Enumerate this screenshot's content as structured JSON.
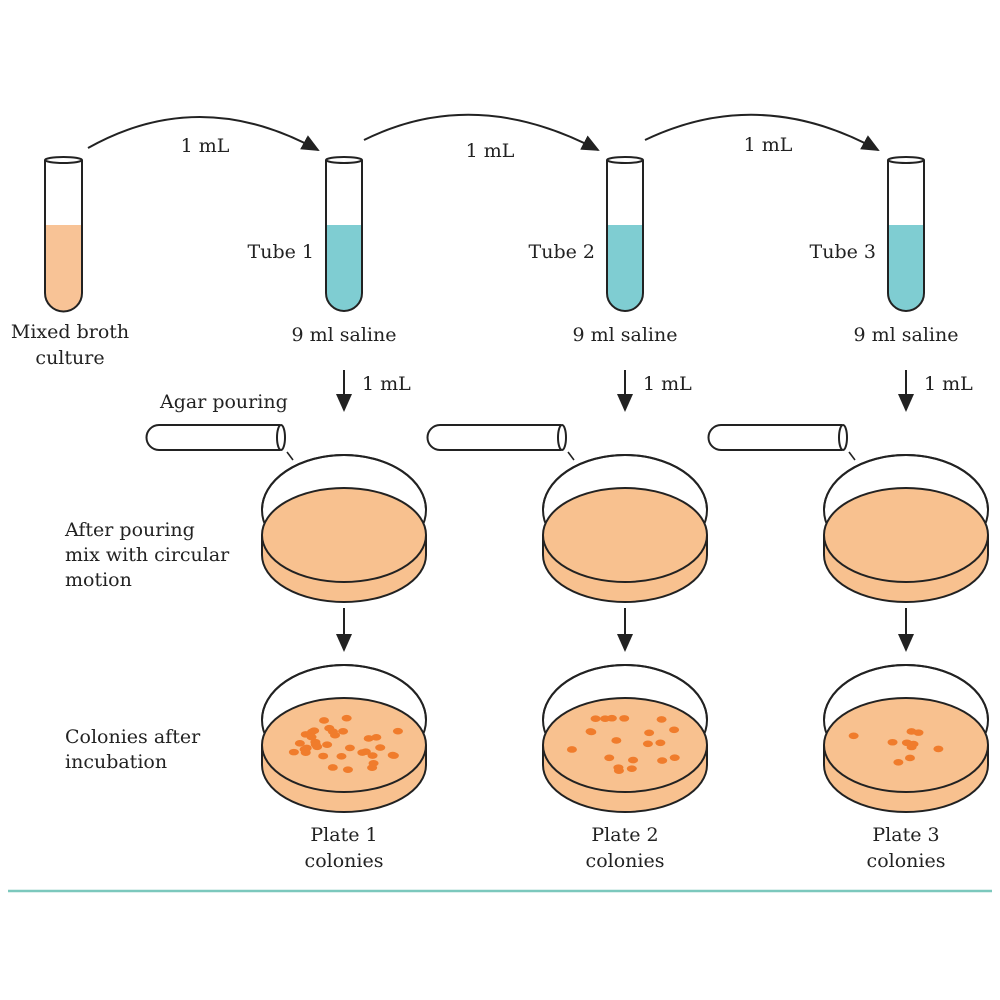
{
  "colors": {
    "broth": "#f8c396",
    "saline": "#7fcdd2",
    "agar": "#f8c18f",
    "colony": "#f07c2c",
    "divider": "#7cc8bd"
  },
  "transfer_label": "1 mL",
  "source": {
    "line1": "Mixed broth",
    "line2": "culture"
  },
  "tubes": [
    {
      "label": "Tube 1",
      "contents": "9 ml saline"
    },
    {
      "label": "Tube 2",
      "contents": "9 ml saline"
    },
    {
      "label": "Tube 3",
      "contents": "9 ml saline"
    }
  ],
  "agar_pouring": "Agar pouring",
  "after_pouring": {
    "line1": "After pouring",
    "line2": "mix with circular",
    "line3": "motion"
  },
  "colonies_after": {
    "line1": "Colonies after",
    "line2": "incubation"
  },
  "plates": [
    {
      "line1": "Plate 1",
      "line2": "colonies"
    },
    {
      "line1": "Plate 2",
      "line2": "colonies"
    },
    {
      "line1": "Plate 3",
      "line2": "colonies"
    }
  ]
}
